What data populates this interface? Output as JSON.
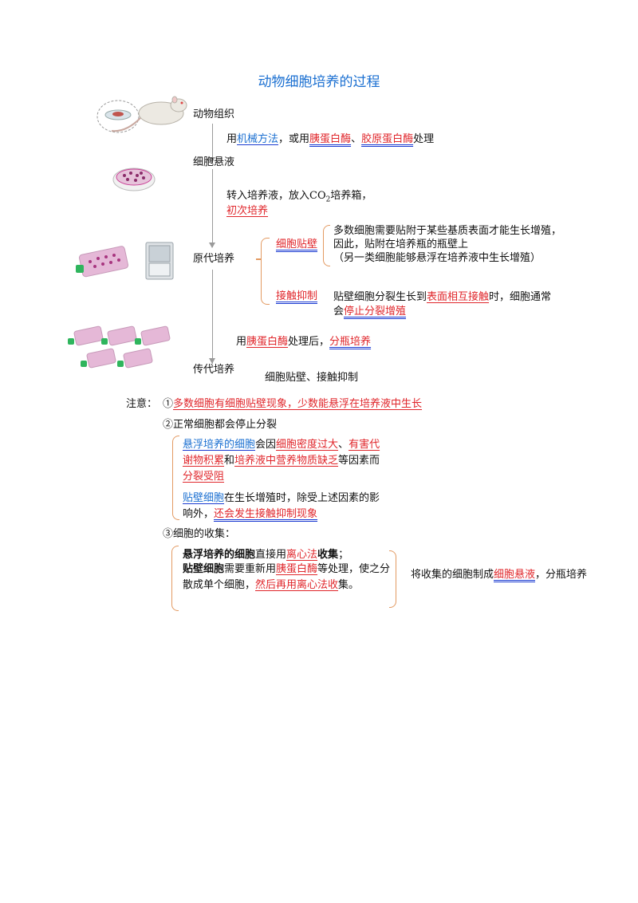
{
  "title": "动物细胞培养的过程",
  "stages": {
    "tissue": "动物组织",
    "suspension": "细胞悬液",
    "primary": "原代培养",
    "passage": "传代培养"
  },
  "step1": {
    "a": "用",
    "b": "机械方法",
    "c": "，或用",
    "d": "胰蛋白酶",
    "e": "、",
    "f": "胶原蛋白酶",
    "g": "处理"
  },
  "step2": {
    "line1_a": "转入培养液，放入",
    "line1_co": "CO",
    "line1_sub": "2",
    "line1_b": "培养箱，",
    "line2": "初次培养"
  },
  "adhesion": {
    "label": "细胞贴壁",
    "l1": "多数细胞需要贴附于某些基质表面才能生长增殖，",
    "l2": "因此，贴附在培养瓶的瓶壁上",
    "l3": "（另一类细胞能够悬浮在培养液中生长增殖）"
  },
  "contact": {
    "label": "接触抑制",
    "l1_a": "贴壁细胞分裂生长到",
    "l1_b": "表面相互接触",
    "l1_c": "时，细胞通常",
    "l2_a": "会",
    "l2_b": "停止分裂增殖"
  },
  "step3": {
    "a": "用",
    "b": "胰蛋白酶",
    "c": "处理后，",
    "d": "分瓶培养"
  },
  "passage_note": "细胞贴壁、接触抑制",
  "notes": {
    "label": "注意：",
    "n1_num": "①",
    "n1_text": "多数细胞有细胞贴壁现象，少数能悬浮在培养液中生长",
    "n2": "②正常细胞都会停止分裂",
    "p1": {
      "a": "悬浮培养的细胞",
      "b": "会因",
      "c": "细胞密度过大",
      "d": "、",
      "e": "有害代谢物积累",
      "f": "和",
      "g": "培养液中营养物质缺乏",
      "h": "等因素而",
      "i": "分裂受阻"
    },
    "p2": {
      "a": "贴壁细胞",
      "b": "在生长增殖时，除受上述因素的影响外，",
      "c": "还会发生接触抑制现象"
    },
    "n3": "③细胞的收集：",
    "c1": {
      "a": "悬浮培养的细胞",
      "b": "直接用",
      "c": "离心法",
      "d": "收集",
      "e": "；"
    },
    "c2": {
      "a": "贴壁细胞",
      "b": "需要重新用",
      "c": "胰蛋白酶",
      "d": "等处理，使之分散成单个细胞，",
      "e": "然后再用离心法收",
      "f": "集。"
    },
    "final": {
      "a": "将收集的细胞制成",
      "b": "细胞悬液",
      "c": "，分瓶培养"
    }
  }
}
